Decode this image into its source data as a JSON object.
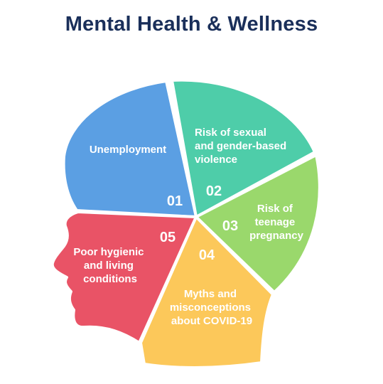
{
  "title": "Mental Health & Wellness",
  "segments": [
    {
      "number": "01",
      "label_lines": [
        "Unemployment"
      ],
      "color": "#5b9fe3"
    },
    {
      "number": "02",
      "label_lines": [
        "Risk of sexual",
        "and gender-based",
        "violence"
      ],
      "color": "#4ecda9"
    },
    {
      "number": "03",
      "label_lines": [
        "Risk of",
        "teenage",
        "pregnancy"
      ],
      "color": "#9ad86c"
    },
    {
      "number": "04",
      "label_lines": [
        "Myths and",
        "misconceptions",
        "about COVID-19"
      ],
      "color": "#fcc85a"
    },
    {
      "number": "05",
      "label_lines": [
        "Poor hygienic",
        "and living",
        "conditions"
      ],
      "color": "#e95366"
    }
  ]
}
